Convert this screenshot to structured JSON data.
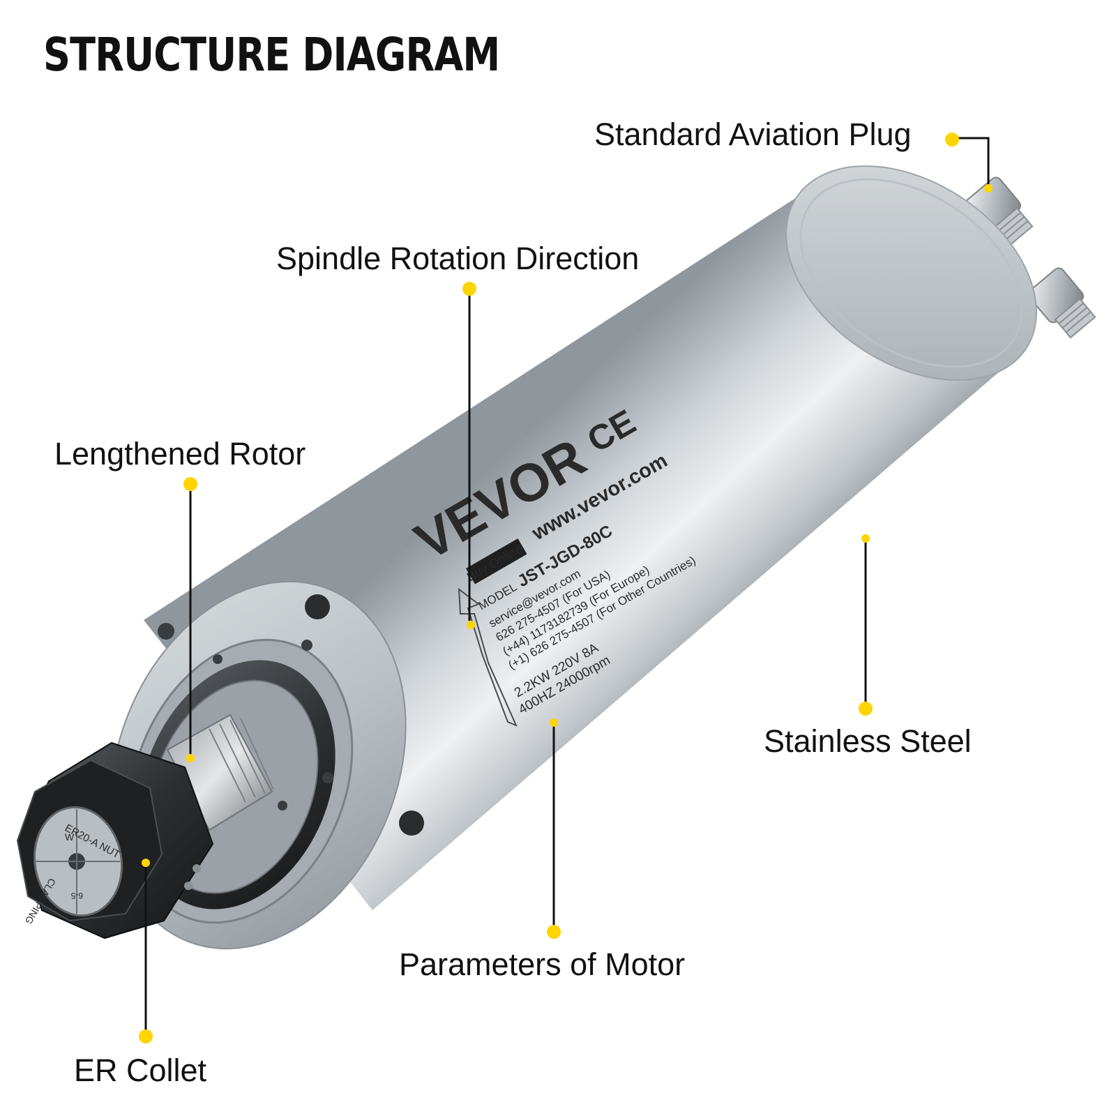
{
  "page": {
    "title": "STRUCTURE DIAGRAM"
  },
  "accent_color": "#ffd400",
  "callouts": [
    {
      "id": "aviation-plug",
      "text": "Standard Aviation Plug"
    },
    {
      "id": "rotation",
      "text": "Spindle Rotation Direction"
    },
    {
      "id": "rotor",
      "text": "Lengthened Rotor"
    },
    {
      "id": "steel",
      "text": "Stainless Steel"
    },
    {
      "id": "params",
      "text": "Parameters of Motor"
    },
    {
      "id": "collet",
      "text": "ER Collet"
    }
  ],
  "nameplate": {
    "brand": "VEVOR",
    "cert": "CE",
    "website": "www.vevor.com",
    "buy_badge": "Buy Online",
    "model_label": "MODEL",
    "model": "JST-JGD-80C",
    "email": "service@vevor.com",
    "phone_usa": "626 275-4507  (For USA)",
    "phone_eu": "(+44) 1173182739  (For Europe)",
    "phone_other": "(+1) 626 275-4507  (For Other Countries)",
    "spec_line1": "2.2KW  220V  8A",
    "spec_line2": "400HZ  24000rpm"
  },
  "collet_markings": {
    "nut": "ER20-A NUT",
    "ring": "CLAMPING",
    "size": "6-5",
    "letter": "W"
  }
}
